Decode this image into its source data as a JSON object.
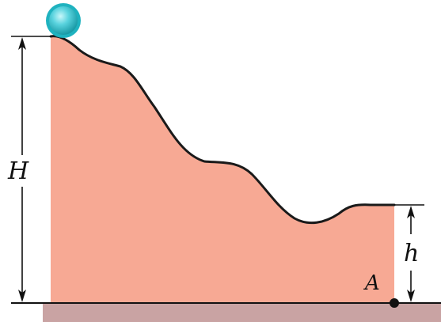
{
  "labels": {
    "height_total": "H",
    "height_end": "h",
    "point": "A"
  },
  "colors": {
    "hill_fill": "#f7a994",
    "hill_outline": "#1a1a1a",
    "ground_strip": "#c9a3a3",
    "ball_outer": "#1fb2bf",
    "ball_inner": "#7fe6ee",
    "line_color": "#111111"
  }
}
